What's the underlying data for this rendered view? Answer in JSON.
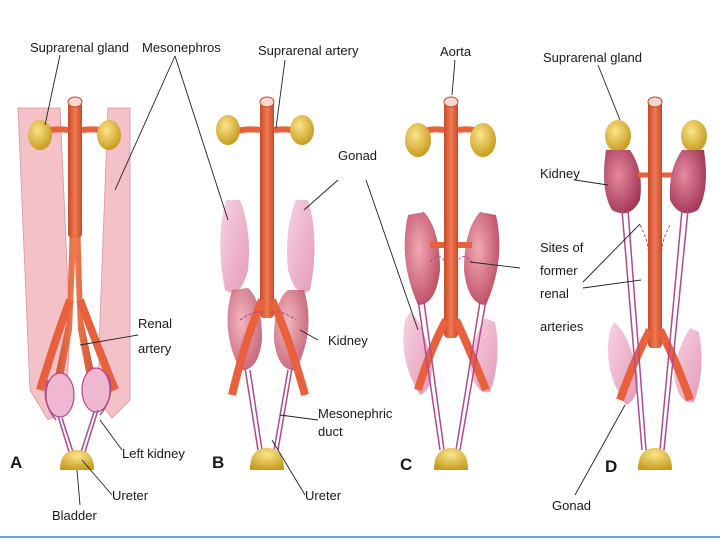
{
  "panels": [
    {
      "letter": "A"
    },
    {
      "letter": "B"
    },
    {
      "letter": "C"
    },
    {
      "letter": "D"
    }
  ],
  "labels": {
    "a_suprarenal_gland": "Suprarenal gland",
    "a_mesonephros": "Mesonephros",
    "a_renal_artery_line1": "Renal",
    "a_renal_artery_line2": "artery",
    "a_left_kidney": "Left kidney",
    "a_ureter": "Ureter",
    "a_bladder": "Bladder",
    "b_suprarenal_artery": "Suprarenal artery",
    "b_gonad": "Gonad",
    "b_kidney": "Kidney",
    "b_mesonephric_duct_line1": "Mesonephric",
    "b_mesonephric_duct_line2": "duct",
    "b_ureter": "Ureter",
    "c_aorta": "Aorta",
    "d_suprarenal_gland": "Suprarenal gland",
    "d_kidney": "Kidney",
    "d_sites_line1": "Sites of",
    "d_sites_line2": "former",
    "d_sites_line3": "renal",
    "d_sites_line4": "arteries",
    "d_gonad": "Gonad"
  },
  "colors": {
    "aorta": "#e8603c",
    "aorta_dark": "#c84a2c",
    "gland": "#e6c13a",
    "gland_dark": "#c89c20",
    "mesonephros": "#f3c1c7",
    "gonad": "#f0b8d0",
    "kidney": "#e07a88",
    "kidney_dark": "#b9475f",
    "duct": "#b04a8c",
    "bladder": "#e9c23a"
  }
}
